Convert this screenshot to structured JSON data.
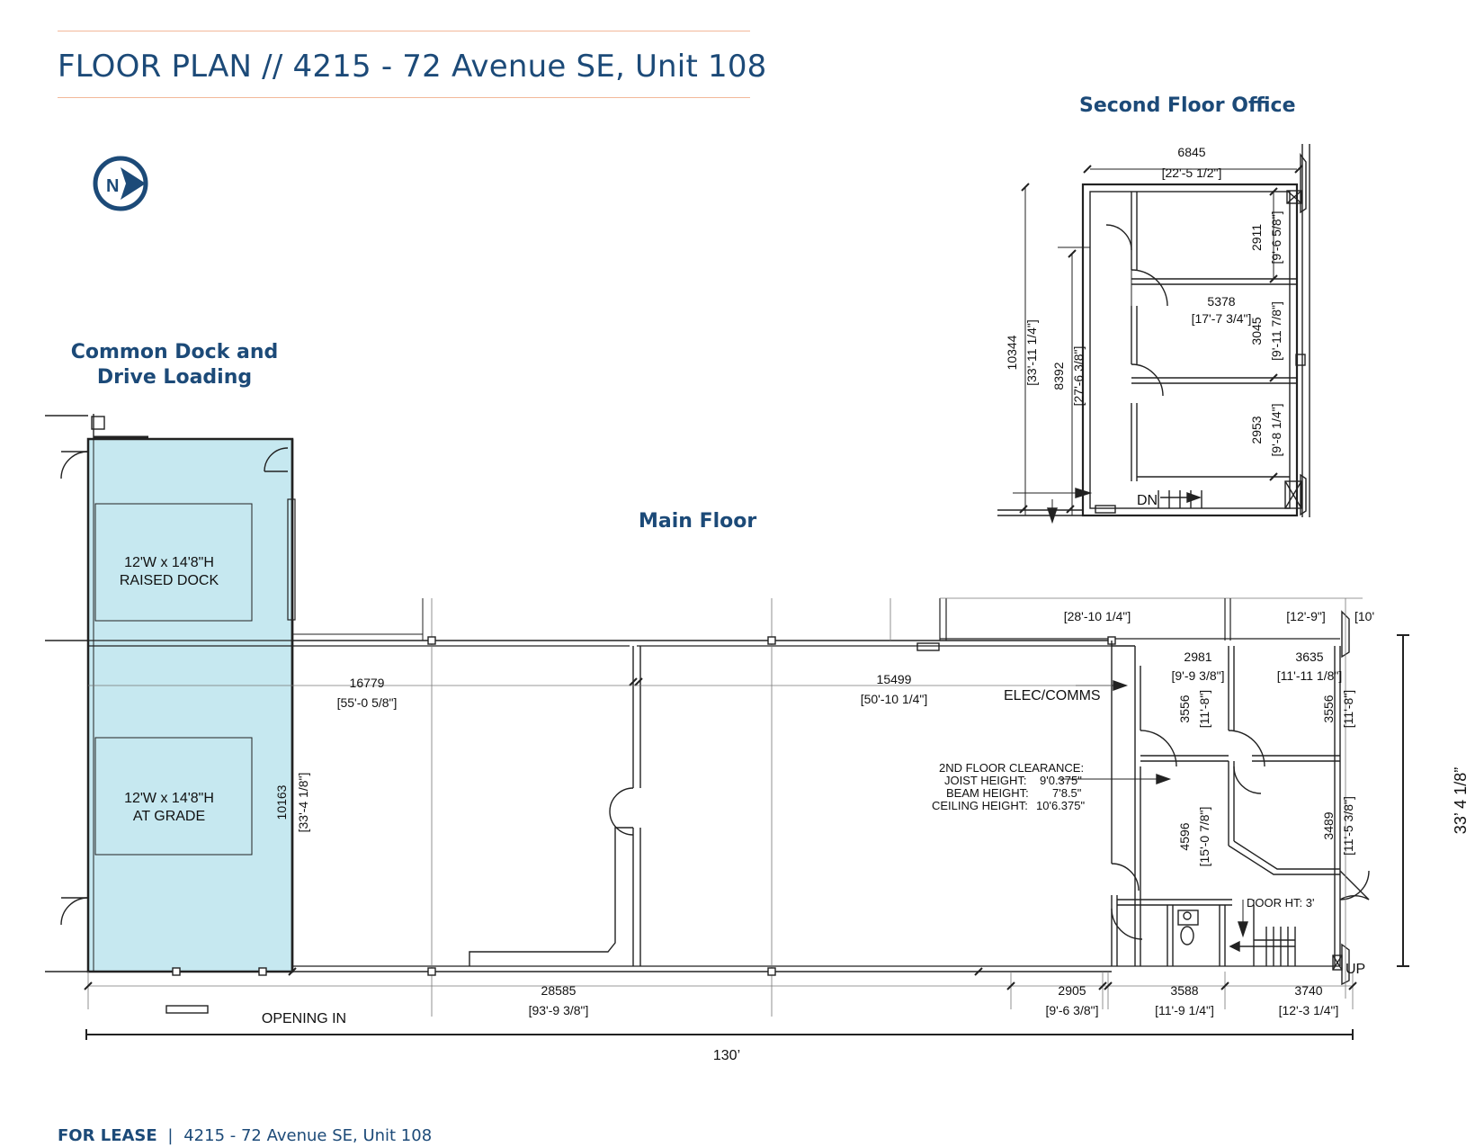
{
  "header": {
    "title": "FLOOR PLAN // 4215  - 72 Avenue SE, Unit 108"
  },
  "headings": {
    "second_floor": "Second Floor Office",
    "common_dock_line1": "Common Dock and",
    "common_dock_line2": "Drive Loading",
    "main_floor": "Main Floor"
  },
  "north_arrow": {
    "icon": "north-arrow-icon",
    "label": "N",
    "color": "#1c4a78"
  },
  "loading_area": {
    "fill_color": "#c6e8f0",
    "raised_dock_line1": "12'W x 14'8\"H",
    "raised_dock_line2": "RAISED DOCK",
    "at_grade_line1": "12'W x 14'8\"H",
    "at_grade_line2": "AT GRADE",
    "width_mm": "10163",
    "width_imperial": "[33'-4 1/8\"]",
    "opening": "OPENING IN"
  },
  "main_floor_dims": {
    "d16779": "16779",
    "d16779_imp": "[55'-0 5/8\"]",
    "d15499": "15499",
    "d15499_imp": "[50'-10 1/4\"]",
    "top_28": "[28'-10 1/4\"]",
    "top_12": "[12'-9\"]",
    "top_10": "[10'",
    "d2981": "2981",
    "d2981_imp": "[9'-9 3/8\"]",
    "d3635": "3635",
    "d3635_imp": "[11'-11 1/8\"]",
    "d3556a": "3556",
    "d3556a_imp": "[11'-8\"]",
    "d3556b": "3556",
    "d3556b_imp": "[11'-8\"]",
    "d4596": "4596",
    "d4596_imp": "[15'-0 7/8\"]",
    "d3489": "3489",
    "d3489_imp": "[11'-5 3/8\"]",
    "d28585": "28585",
    "d28585_imp": "[93'-9 3/8\"]",
    "d2905": "2905",
    "d2905_imp": "[9'-6 3/8\"]",
    "d3588": "3588",
    "d3588_imp": "[11'-9 1/4\"]",
    "d3740": "3740",
    "d3740_imp": "[12'-3 1/4\"]",
    "overall_length": "130’",
    "overall_depth": "33’ 4 1/8”"
  },
  "labels": {
    "elec_comms": "ELEC/COMMS",
    "clearance_title": "2ND FLOOR CLEARANCE:",
    "joist_label": "JOIST HEIGHT:",
    "joist_value": "9'0.375\"",
    "beam_label": "BEAM HEIGHT:",
    "beam_value": "7'8.5\"",
    "ceiling_label": "CEILING HEIGHT:",
    "ceiling_value": "10'6.375\"",
    "door_ht": "DOOR HT: 3'",
    "up": "UP",
    "dn": "DN"
  },
  "second_floor_dims": {
    "d6845": "6845",
    "d6845_imp": "[22'-5 1/2\"]",
    "d2911": "2911",
    "d2911_imp": "[9'-6 5/8\"]",
    "d5378": "5378",
    "d5378_imp": "[17'-7 3/4\"]",
    "d3045": "3045",
    "d3045_imp": "[9'-11 7/8\"]",
    "d10344": "10344",
    "d10344_imp": "[33'-11 1/4\"]",
    "d8392": "8392",
    "d8392_imp": "[27'-6 3/8\"]",
    "d2953": "2953",
    "d2953_imp": "[9'-8 1/4\"]"
  },
  "footer": {
    "label": "FOR LEASE",
    "separator": "|",
    "address": "4215  - 72 Avenue SE, Unit 108"
  }
}
